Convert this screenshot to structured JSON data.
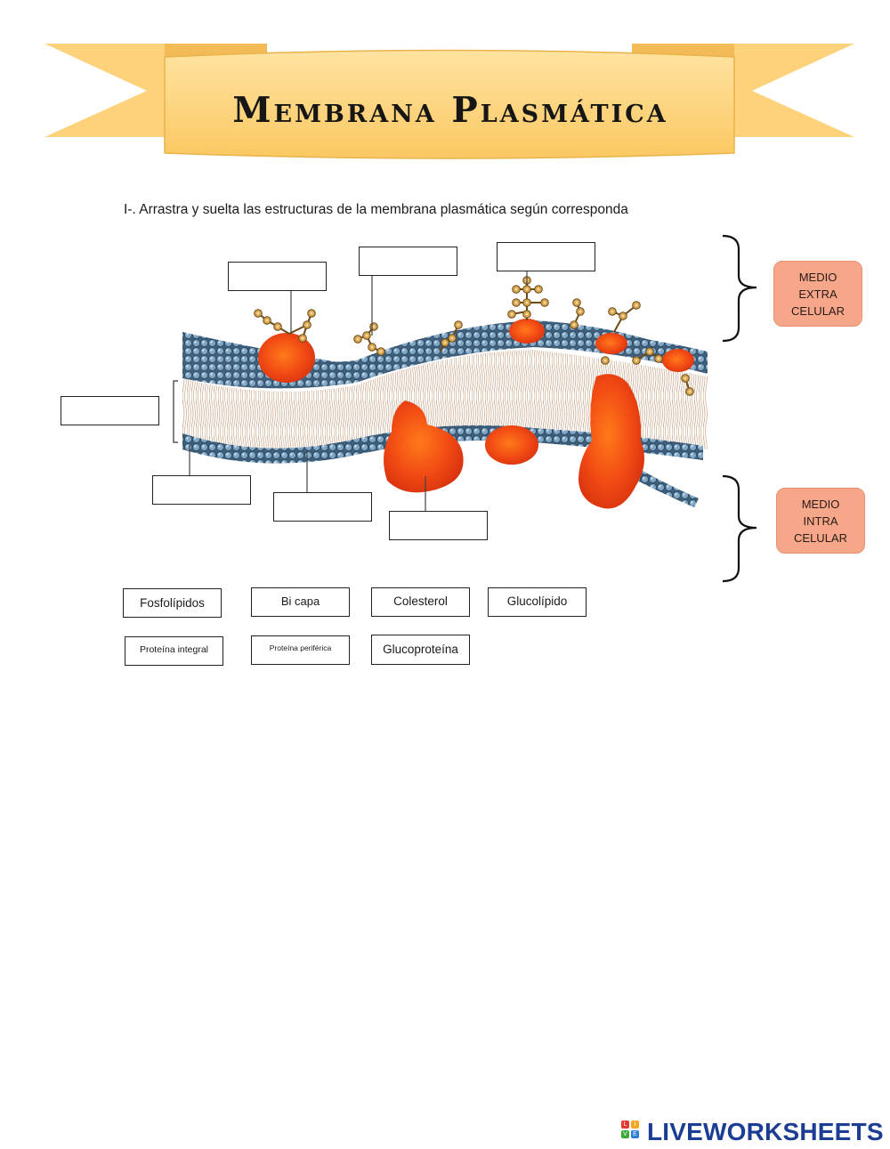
{
  "title": "Membrana Plasmática",
  "instruction": "I-. Arrastra y suelta las estructuras de la membrana plasmática según corresponda",
  "medio_extra": [
    "MEDIO",
    "EXTRA",
    "CELULAR"
  ],
  "medio_intra": [
    "MEDIO",
    "INTRA",
    "CELULAR"
  ],
  "options": {
    "fosfolipidos": "Fosfolípidos",
    "bicapa": "Bi capa",
    "colesterol": "Colesterol",
    "glucolipido": "Glucolípido",
    "proteina_integral": "Proteína integral",
    "proteina_periferica": "Proteína periférica",
    "glucoproteina": "Glucoproteína"
  },
  "logo": {
    "text": "LIVEWORKSHEETS",
    "letters": [
      "L",
      "I",
      "V",
      "E"
    ]
  },
  "colors": {
    "banner": "#fdd37a",
    "banner_edge": "#e8b44d",
    "medio": "#f6a789",
    "head": "#6e95b5",
    "protein": "#f04a1a",
    "sugar": "#c08a2a",
    "logo": "#1b3d94"
  }
}
